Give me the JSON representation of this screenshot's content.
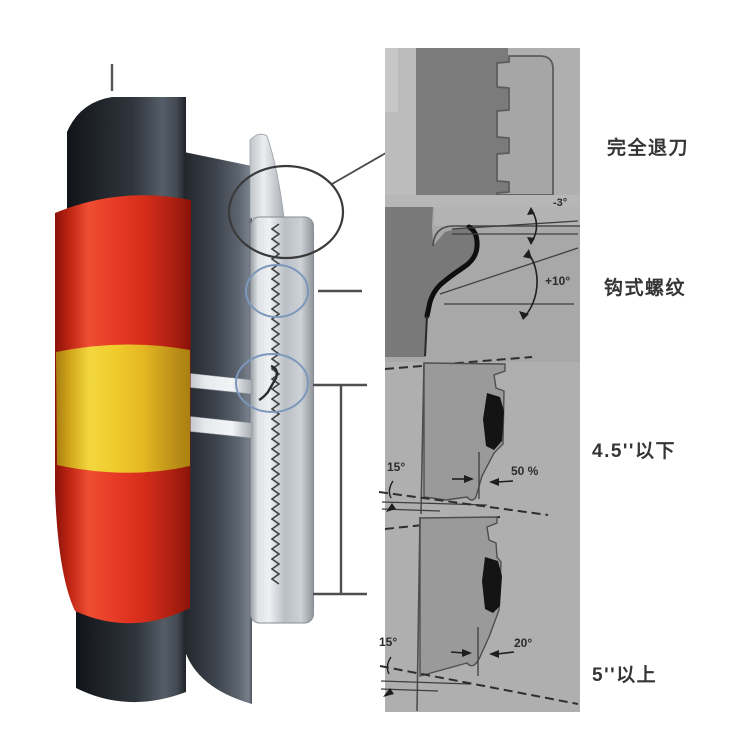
{
  "figure": {
    "section_labels": [
      {
        "label": "完全退刀"
      },
      {
        "label": "钩式螺纹"
      },
      {
        "label": "4.5''以下"
      },
      {
        "label": "5''以上"
      }
    ],
    "annotations": {
      "relief_taper": "-3°",
      "hook_angle": "+10°",
      "small_taper": "15°",
      "small_flank": "50 %",
      "large_taper": "15°",
      "large_flank": "20°"
    },
    "colors": {
      "protector_red": "#e23422",
      "protector_yellow": "#f2cf30",
      "pipe_black": "#23272d",
      "coupling_silver": "#d7dade",
      "diagram_background": "#afafaf",
      "diagram_pin_gray": "#7b7b7b",
      "detail_circle_blue": "#7d97bc"
    }
  }
}
